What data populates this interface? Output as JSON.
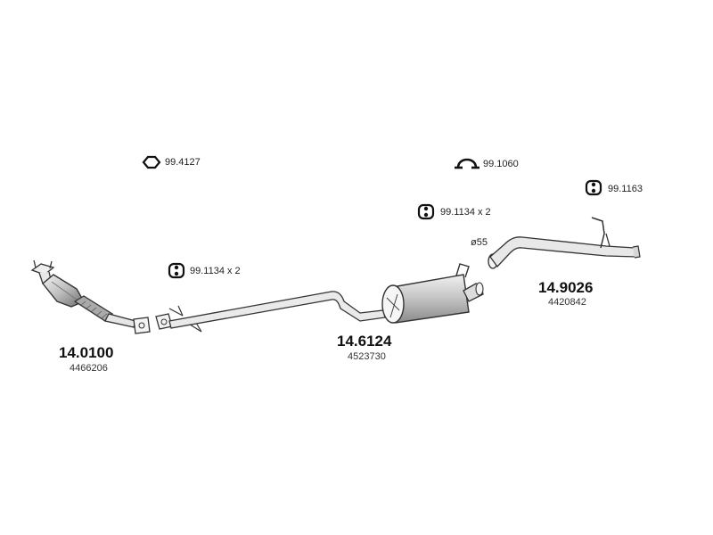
{
  "accessories": {
    "ring": {
      "code": "99.4127",
      "icon": "ring-gasket-icon"
    },
    "clamp": {
      "code": "99.1060",
      "icon": "u-clamp-icon"
    },
    "hanger_rear": {
      "code": "99.1163",
      "icon": "rubber-hanger-icon"
    },
    "hanger_mid": {
      "code": "99.1134 x 2",
      "icon": "rubber-hanger-icon"
    },
    "hanger_front": {
      "code": "99.1134 x 2",
      "icon": "rubber-hanger-icon"
    }
  },
  "diameter": {
    "label": "ø55"
  },
  "parts": {
    "front": {
      "code": "14.0100",
      "oem": "4466206",
      "name": "front-pipe-catalyst"
    },
    "middle": {
      "code": "14.6124",
      "oem": "4523730",
      "name": "middle-pipe-silencer"
    },
    "rear": {
      "code": "14.9026",
      "oem": "4420842",
      "name": "rear-tail-pipe"
    }
  },
  "colors": {
    "line": "#333333",
    "fill": "#d9d9d9",
    "fill_dark": "#9a9a9a",
    "text": "#111111"
  }
}
